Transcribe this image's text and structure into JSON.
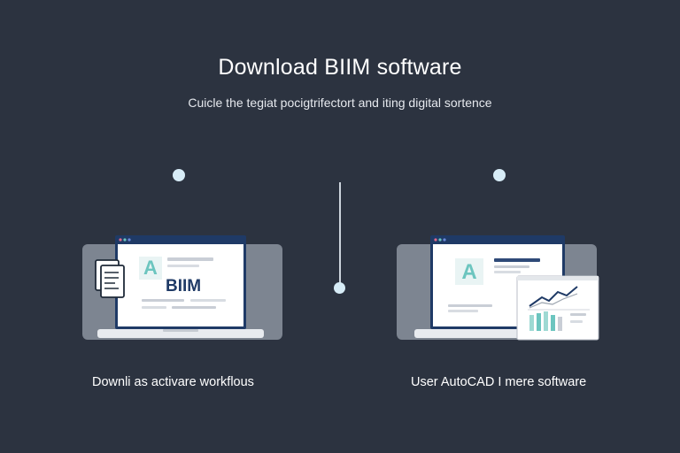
{
  "header": {
    "title": "Download BIIM software",
    "subtitle": "Cuicle the tegiat pocigtrifectort and iting digital sortence"
  },
  "left_card": {
    "logo_letter": "A",
    "screen_heading": "BIIM",
    "caption": "Downli as activare workflous",
    "icons": [
      "document-icon",
      "app-logo-icon"
    ]
  },
  "right_card": {
    "logo_letter": "A",
    "caption": "User AutoCAD I mere software",
    "icons": [
      "app-logo-icon",
      "chart-icon"
    ]
  },
  "colors": {
    "background": "#2c3340",
    "accent_teal": "#6cc5bf",
    "screen_frame": "#1f3a66",
    "dot": "#d7ecf7"
  }
}
